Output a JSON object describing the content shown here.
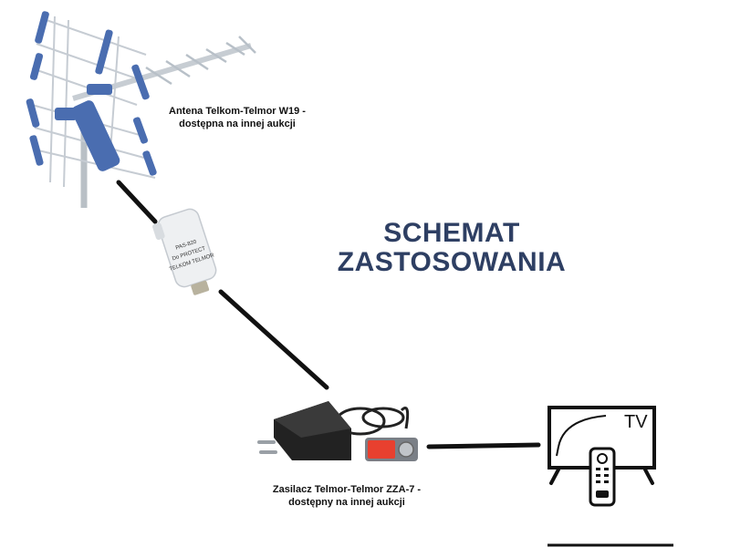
{
  "title": {
    "line1": "SCHEMAT",
    "line2": "ZASTOSOWANIA"
  },
  "antenna": {
    "label_line1": "Antena Telkom-Telmor W19 -",
    "label_line2": "dostępna na innej aukcji"
  },
  "amplifier": {
    "text_line1": "PAS-820",
    "text_line2": "Do PROTECT",
    "text_line3": "TELKOM TELMOR"
  },
  "power_supply": {
    "label_line1": "Zasilacz Telmor-Telmor ZZA-7 -",
    "label_line2": "dostępny na innej aukcji"
  },
  "tv": {
    "label": "TV"
  },
  "colors": {
    "title": "#2e3f63",
    "antenna_elements": "#4a6db0",
    "cable": "#111111",
    "adapter_red": "#e8402f"
  }
}
